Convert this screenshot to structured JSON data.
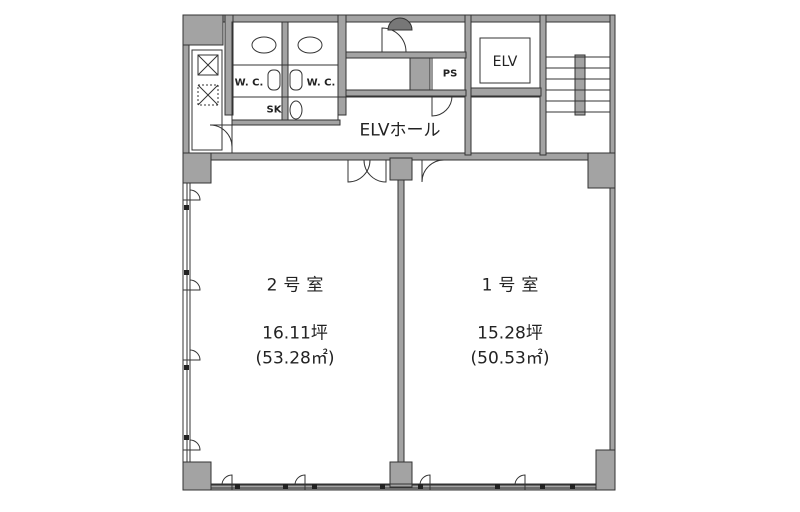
{
  "colors": {
    "wall": "#a3a3a3",
    "line": "#333333",
    "background": "#ffffff"
  },
  "labels": {
    "wc_left": "W. C.",
    "wc_right": "W. C.",
    "sk": "SK",
    "ps": "PS",
    "elv": "ELV",
    "elv_hall": "ELVホール"
  },
  "rooms": [
    {
      "name": "2号室",
      "tsubo": "16.11坪",
      "sqm": "(53.28㎡)"
    },
    {
      "name": "1号室",
      "tsubo": "15.28坪",
      "sqm": "(50.53㎡)"
    }
  ]
}
